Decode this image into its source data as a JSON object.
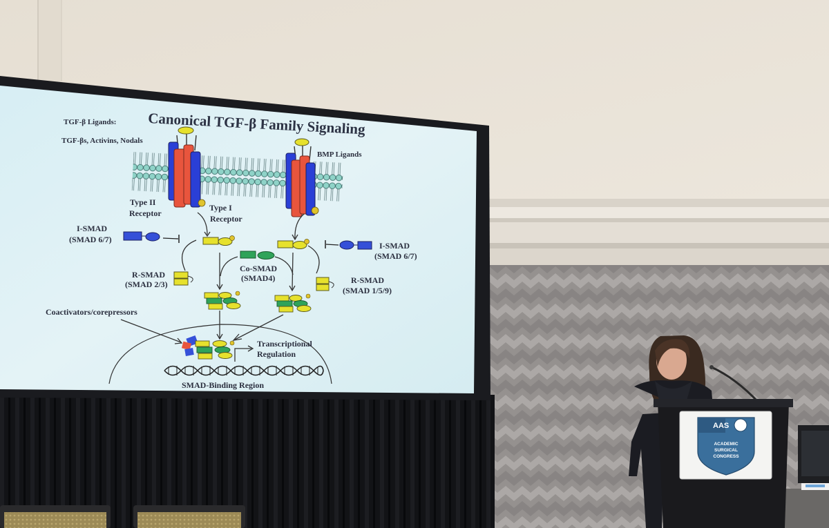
{
  "slide": {
    "title": "Canonical TGF-β Family Signaling",
    "labels": {
      "tgf_ligands_1": "TGF-β Ligands:",
      "tgf_ligands_2": "TGF-βs, Activins, Nodals",
      "bmp_ligands": "BMP Ligands",
      "type2_1": "Type II",
      "type2_2": "Receptor",
      "type1_1": "Type I",
      "type1_2": "Receptor",
      "ismad_left_1": "I-SMAD",
      "ismad_left_2": "(SMAD 6/7)",
      "ismad_right_1": "I-SMAD",
      "ismad_right_2": "(SMAD 6/7)",
      "rsmad_left_1": "R-SMAD",
      "rsmad_left_2": "(SMAD 2/3)",
      "rsmad_right_1": "R-SMAD",
      "rsmad_right_2": "(SMAD 1/5/9)",
      "cosmad_1": "Co-SMAD",
      "cosmad_2": "(SMAD4)",
      "coactivators": "Coactivators/corepressors",
      "transcriptional_1": "Transcriptional",
      "transcriptional_2": "Regulation",
      "binding_region": "SMAD-Binding Region"
    }
  },
  "podium": {
    "logo_text": "AAS",
    "line1": "ACADEMIC",
    "line2": "SURGICAL",
    "line3": "CONGRESS"
  },
  "colors": {
    "wall": "#e9e2d6",
    "screen": "#dff0f5",
    "membrane_head": "#8fd3c8",
    "receptor_red": "#e8553d",
    "receptor_blue": "#2a3fd6",
    "smad_yellow": "#e6e12d",
    "smad_green": "#2fa35a",
    "badge_blue": "#3a6f9c"
  }
}
